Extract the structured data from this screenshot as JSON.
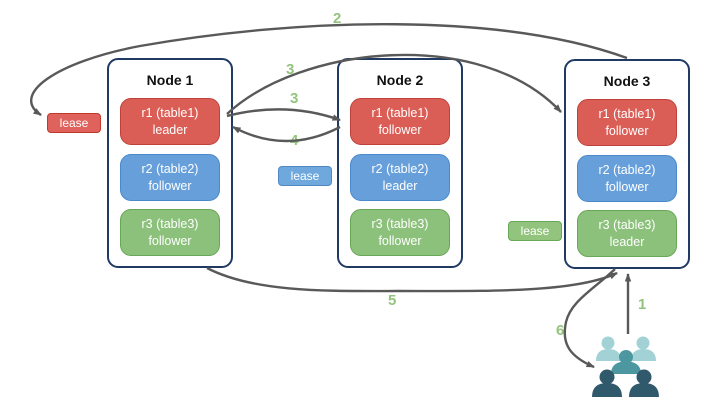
{
  "nodes": [
    {
      "title": "Node 1",
      "replicas": [
        {
          "line1": "r1 (table1)",
          "line2": "leader",
          "color": "red"
        },
        {
          "line1": "r2 (table2)",
          "line2": "follower",
          "color": "blue"
        },
        {
          "line1": "r3 (table3)",
          "line2": "follower",
          "color": "green"
        }
      ]
    },
    {
      "title": "Node 2",
      "replicas": [
        {
          "line1": "r1 (table1)",
          "line2": "follower",
          "color": "red"
        },
        {
          "line1": "r2 (table2)",
          "line2": "leader",
          "color": "blue"
        },
        {
          "line1": "r3 (table3)",
          "line2": "follower",
          "color": "green"
        }
      ]
    },
    {
      "title": "Node 3",
      "replicas": [
        {
          "line1": "r1 (table1)",
          "line2": "follower",
          "color": "red"
        },
        {
          "line1": "r2 (table2)",
          "line2": "follower",
          "color": "blue"
        },
        {
          "line1": "r3 (table3)",
          "line2": "leader",
          "color": "green"
        }
      ]
    }
  ],
  "leases": [
    {
      "label": "lease",
      "color": "red"
    },
    {
      "label": "lease",
      "color": "blue"
    },
    {
      "label": "lease",
      "color": "green"
    }
  ],
  "steps": {
    "s1": "1",
    "s2": "2",
    "s3a": "3",
    "s3b": "3",
    "s4": "4",
    "s5": "5",
    "s6": "6"
  },
  "icons": {
    "users": "users-group-icon"
  },
  "colors": {
    "red_fill": "#DB5E56",
    "red_border": "#BE413B",
    "blue_fill": "#669FDA",
    "blue_border": "#4A89CA",
    "green_fill": "#8BC17A",
    "green_border": "#68A757",
    "lease_red": "#E0625C",
    "lease_blue": "#6FA8DC",
    "lease_green": "#93C47D",
    "node_border": "#203A64",
    "arrow": "#595959",
    "step_label": "#93C47D",
    "users_light": "#A2D2D6",
    "users_medium": "#4D97A1",
    "users_dark": "#30596B"
  }
}
